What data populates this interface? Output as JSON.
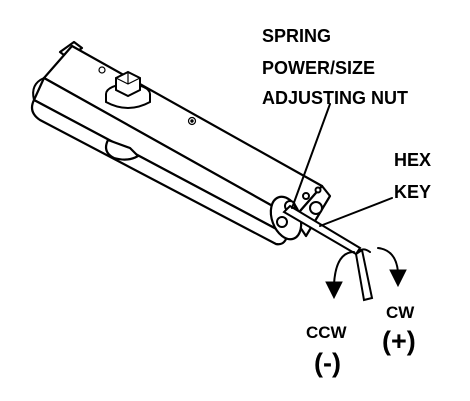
{
  "labels": {
    "adjusting_nut_line1": "SPRING",
    "adjusting_nut_line2": "POWER/SIZE",
    "adjusting_nut_line3": "ADJUSTING NUT",
    "hex_key_line1": "HEX",
    "hex_key_line2": "KEY",
    "ccw_text": "CCW",
    "ccw_sign": "(-)",
    "cw_text": "CW",
    "cw_sign": "(+)"
  },
  "colors": {
    "ink": "#000000",
    "background": "#ffffff"
  },
  "icons": {
    "ccw_arrow": "curved-arrow-down-left",
    "cw_arrow": "curved-arrow-down-right"
  }
}
